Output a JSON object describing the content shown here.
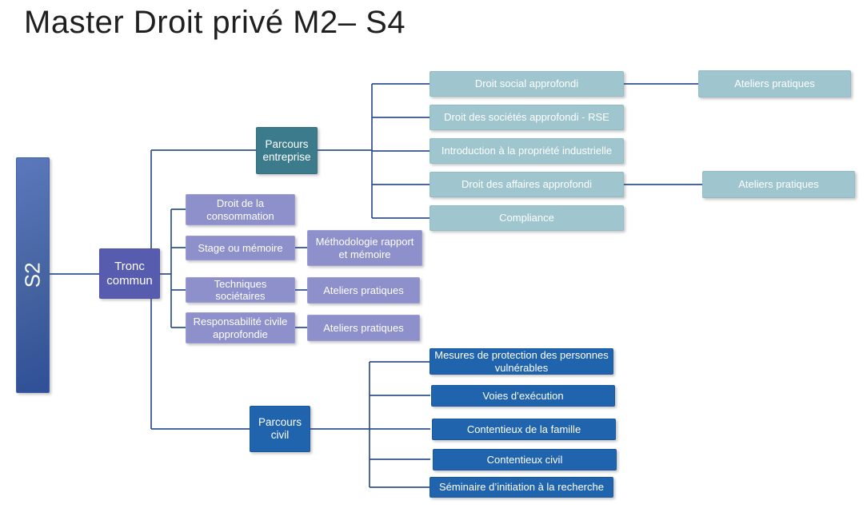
{
  "title": "Master Droit privé M2– S4",
  "colors": {
    "teal_light": "#9FC6CE",
    "teal_dark": "#3C7B8B",
    "purple_light": "#8D90CA",
    "purple_dark": "#585CAE",
    "blue_dark": "#2164AE",
    "s2_gradient_top": "#5B78BD",
    "s2_gradient_bottom": "#2F4F97",
    "connector_line": "#31508F",
    "title_text": "#1f1f1f",
    "box_text": "#ffffff"
  },
  "diagram": {
    "root": {
      "label": "S2"
    },
    "tronc_commun": {
      "label": "Tronc commun"
    },
    "parcours_entreprise": {
      "label": "Parcours entreprise",
      "courses": [
        {
          "label": "Droit social approfondi",
          "atelier": "Ateliers pratiques"
        },
        {
          "label": "Droit des sociétés approfondi - RSE"
        },
        {
          "label": "Introduction à la propriété industrielle"
        },
        {
          "label": "Droit des affaires approfondi",
          "atelier": "Ateliers pratiques"
        },
        {
          "label": "Compliance"
        }
      ]
    },
    "tronc_courses": [
      {
        "label": "Droit de la consommation"
      },
      {
        "label": "Stage ou mémoire",
        "linked": "Méthodologie rapport et mémoire"
      },
      {
        "label": "Techniques sociétaires",
        "linked": "Ateliers pratiques"
      },
      {
        "label": "Responsabilité civile approfondie",
        "linked": "Ateliers pratiques"
      }
    ],
    "parcours_civil": {
      "label": "Parcours civil",
      "courses": [
        {
          "label": "Mesures de protection des personnes vulnérables"
        },
        {
          "label": "Voies d’exécution"
        },
        {
          "label": "Contentieux de la famille"
        },
        {
          "label": "Contentieux civil"
        },
        {
          "label": "Séminaire d’initiation à la recherche"
        }
      ]
    }
  }
}
